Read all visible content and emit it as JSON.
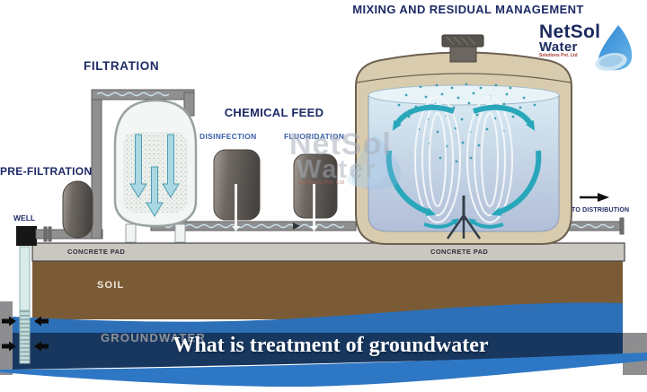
{
  "header": {
    "title": "MIXING AND RESIDUAL MANAGEMENT"
  },
  "caption": "What is treatment of groundwater",
  "logo": {
    "name": "NetSol",
    "word": "Water",
    "tagline": "Solutions Pvt. Ltd"
  },
  "watermark": {
    "name": "NetSol",
    "word": "Water",
    "tagline": "Solutions Pvt. Ltd"
  },
  "stages": {
    "pre_filtration": "PRE-FILTRATION",
    "filtration": "FILTRATION",
    "chemical_feed": "CHEMICAL FEED",
    "disinfection": "DISINFECTION",
    "fluoridation": "FLUORIDATION"
  },
  "labels": {
    "well": "WELL",
    "to_distribution": "TO DISTRIBUTION",
    "concrete_pad_left": "CONCRETE PAD",
    "concrete_pad_right": "CONCRETE PAD",
    "soil": "SOIL",
    "groundwater": "GROUNDWATER"
  },
  "colors": {
    "label_navy": "#1d2a66",
    "sub_label_blue": "#3c60aa",
    "teal_arrow": "#29a7ba",
    "tank_beige": "#d9ccae",
    "dark_tank_gray": "#6e6862",
    "pipe_gray": "#909090",
    "pad_gray": "#cac7c1",
    "soil_brown": "#7b5a36",
    "groundwater_blue": "#2d70b8",
    "deep_navy": "#18375f",
    "bottom_wave_blue": "#2e77c4"
  }
}
